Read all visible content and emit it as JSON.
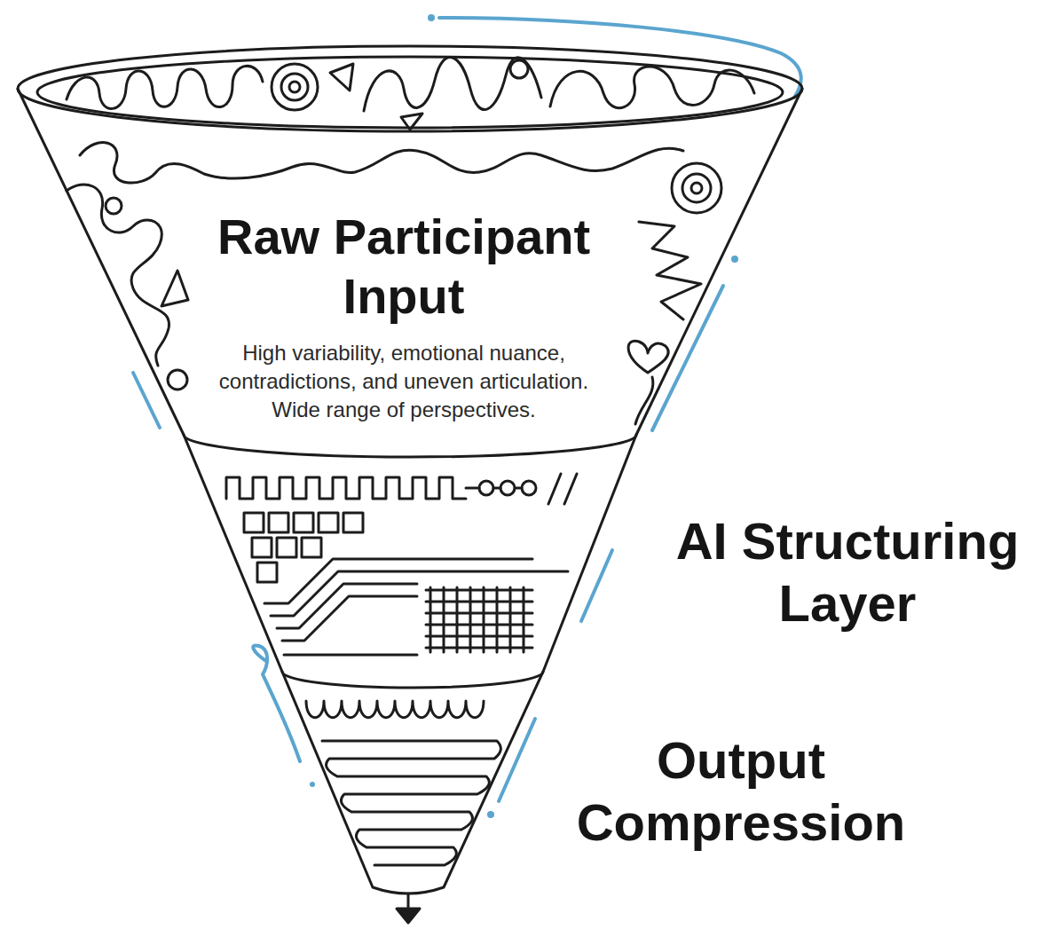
{
  "diagram": {
    "nodes": [
      {
        "text": [
          "Raw Participant Input",
          "High variability, emotional nuance, contradictions, and uneven articulation. Wide range of perspectives."
        ]
      },
      {
        "text": [
          "AI Structuring Layer"
        ]
      },
      {
        "text": [
          "Output Compression"
        ]
      }
    ]
  }
}
